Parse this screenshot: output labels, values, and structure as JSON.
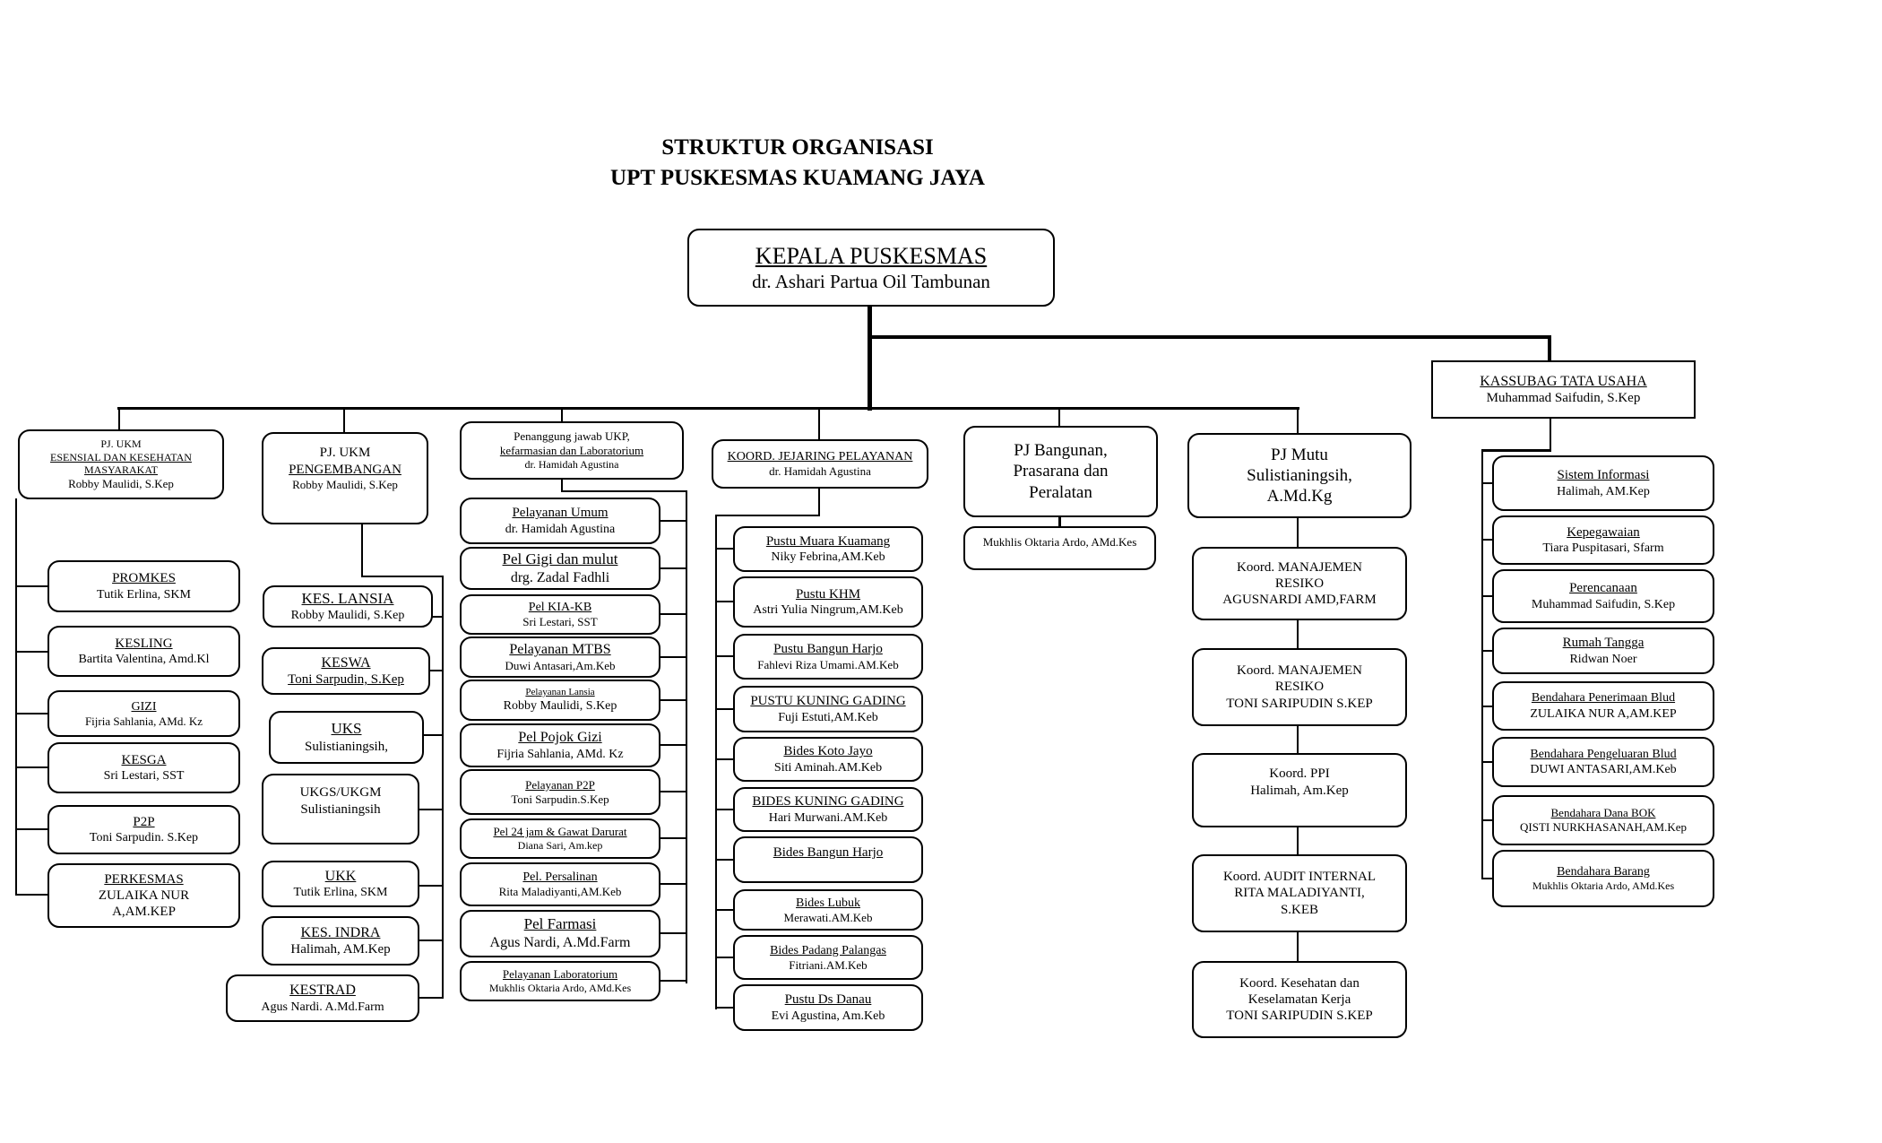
{
  "page_title": {
    "line1": "STRUKTUR ORGANISASI",
    "line2": "UPT PUSKESMAS KUAMANG JAYA"
  },
  "kepala": {
    "title": "KEPALA  PUSKESMAS",
    "name": "dr. Ashari  Partua Oil Tambunan"
  },
  "tata_usaha": {
    "title": "KASSUBAG TATA USAHA",
    "name": "Muhammad Saifudin, S.Kep"
  },
  "ukm_esensial": {
    "header": {
      "line1": "PJ. UKM",
      "line2": "ESENSIAL DAN  KESEHATAN",
      "line3": "MASYARAKAT",
      "name": "Robby Maulidi, S.Kep"
    },
    "items": [
      {
        "title": "PROMKES",
        "name": "Tutik Erlina, SKM"
      },
      {
        "title": "KESLING",
        "name": "Bartita Valentina, Amd.Kl"
      },
      {
        "title": "GIZI",
        "name": "Fijria Sahlania, AMd. Kz"
      },
      {
        "title": "KESGA",
        "name": "Sri Lestari, SST"
      },
      {
        "title": "P2P",
        "name": "Toni Sarpudin. S.Kep"
      },
      {
        "title": "PERKESMAS",
        "name": "ZULAIKA NUR A,AM.KEP"
      }
    ]
  },
  "ukm_pengembangan": {
    "header": {
      "line1": "PJ. UKM",
      "line2": "PENGEMBANGAN",
      "name": "Robby Maulidi, S.Kep"
    },
    "items": [
      {
        "title": "KES. LANSIA",
        "name": "Robby Maulidi, S.Kep"
      },
      {
        "title": "KESWA",
        "name": "Toni Sarpudin, S.Kep"
      },
      {
        "title": "UKS",
        "name": "Sulistianingsih,"
      },
      {
        "title": "UKGS/UKGM",
        "name": "Sulistianingsih"
      },
      {
        "title": "UKK",
        "name": "Tutik Erlina, SKM"
      },
      {
        "title": "KES. INDRA",
        "name": "Halimah, AM.Kep"
      },
      {
        "title": "KESTRAD",
        "name": "Agus Nardi. A.Md.Farm"
      }
    ]
  },
  "ukp": {
    "header": {
      "line1": "Penanggung jawab UKP,",
      "line2": "kefarmasian dan Laboratorium",
      "name": "dr. Hamidah Agustina"
    },
    "items": [
      {
        "title": "Pelayanan  Umum",
        "name": "dr. Hamidah Agustina"
      },
      {
        "title": "Pel Gigi dan mulut",
        "name": "drg. Zadal Fadhli"
      },
      {
        "title": "Pel KIA-KB",
        "name": "Sri Lestari, SST"
      },
      {
        "title": "Pelayanan MTBS",
        "name": "Duwi Antasari,Am.Keb"
      },
      {
        "title": "Pelayanan Lansia",
        "name": "Robby Maulidi, S.Kep"
      },
      {
        "title": "Pel Pojok Gizi",
        "name": "Fijria Sahlania, AMd. Kz"
      },
      {
        "title": "Pelayanan P2P",
        "name": "Toni Sarpudin.S.Kep"
      },
      {
        "title": "Pel 24 jam & Gawat Darurat",
        "name": "Diana Sari, Am.kep"
      },
      {
        "title": "Pel.  Persalinan",
        "name": "Rita Maladiyanti,AM.Keb"
      },
      {
        "title": "Pel Farmasi",
        "name": "Agus Nardi, A.Md.Farm"
      },
      {
        "title": "Pelayanan Laboratorium",
        "name": "Mukhlis Oktaria Ardo, AMd.Kes"
      }
    ]
  },
  "jejaring": {
    "header": {
      "title": "KOORD. JEJARING PELAYANAN",
      "name": "dr. Hamidah Agustina"
    },
    "items": [
      {
        "title": "Pustu Muara Kuamang",
        "name": "Niky Febrina,AM.Keb"
      },
      {
        "title": "Pustu KHM",
        "name": "Astri Yulia Ningrum,AM.Keb"
      },
      {
        "title": "Pustu Bangun Harjo",
        "name": "Fahlevi Riza Umami.AM.Keb"
      },
      {
        "title": "PUSTU KUNING GADING",
        "name": "Fuji Estuti,AM.Keb"
      },
      {
        "title": "Bides Koto Jayo",
        "name": "Siti Aminah.AM.Keb"
      },
      {
        "title": "BIDES KUNING GADING",
        "name": "Hari Murwani.AM.Keb"
      },
      {
        "title": "Bides Bangun Harjo",
        "name": ""
      },
      {
        "title": "Bides Lubuk",
        "name": "Merawati.AM.Keb"
      },
      {
        "title": "Bides Padang Palangas",
        "name": "Fitriani.AM.Keb"
      },
      {
        "title": "Pustu Ds Danau",
        "name": "Evi Agustina, Am.Keb"
      }
    ]
  },
  "bangunan": {
    "title": "PJ Bangunan, Prasarana dan Peralatan",
    "name": "Mukhlis Oktaria Ardo, AMd.Kes"
  },
  "mutu": {
    "header": {
      "title": "PJ Mutu",
      "name": "Sulistianingsih, A.Md.Kg"
    },
    "items": [
      {
        "title": "Koord. MANAJEMEN RESIKO",
        "name": "AGUSNARDI AMD,FARM"
      },
      {
        "title": "Koord. MANAJEMEN RESIKO",
        "name": "TONI SARIPUDIN S.KEP"
      },
      {
        "title": "Koord. PPI",
        "name": "Halimah, Am.Kep"
      },
      {
        "title": "Koord. AUDIT INTERNAL",
        "name": "RITA MALADIYANTI, S.KEB"
      },
      {
        "title": "Koord. Kesehatan dan Keselamatan Kerja",
        "name": "TONI SARIPUDIN S.KEP"
      }
    ]
  },
  "tu_items": [
    {
      "title": "Sistem Informasi",
      "name": "Halimah, AM.Kep"
    },
    {
      "title": "Kepegawaian",
      "name": "Tiara Puspitasari, Sfarm"
    },
    {
      "title": "Perencanaan",
      "name": "Muhammad Saifudin, S.Kep"
    },
    {
      "title": "Rumah Tangga",
      "name": "Ridwan  Noer"
    },
    {
      "title": "Bendahara Penerimaan Blud",
      "name": "ZULAIKA NUR A,AM.KEP"
    },
    {
      "title": "Bendahara Pengeluaran Blud",
      "name": "DUWI ANTASARI,AM.Keb"
    },
    {
      "title": "Bendahara Dana BOK",
      "name": "QISTI NURKHASANAH,AM.Kep"
    },
    {
      "title": "Bendahara Barang",
      "name": "Mukhlis Oktaria Ardo, AMd.Kes"
    }
  ]
}
